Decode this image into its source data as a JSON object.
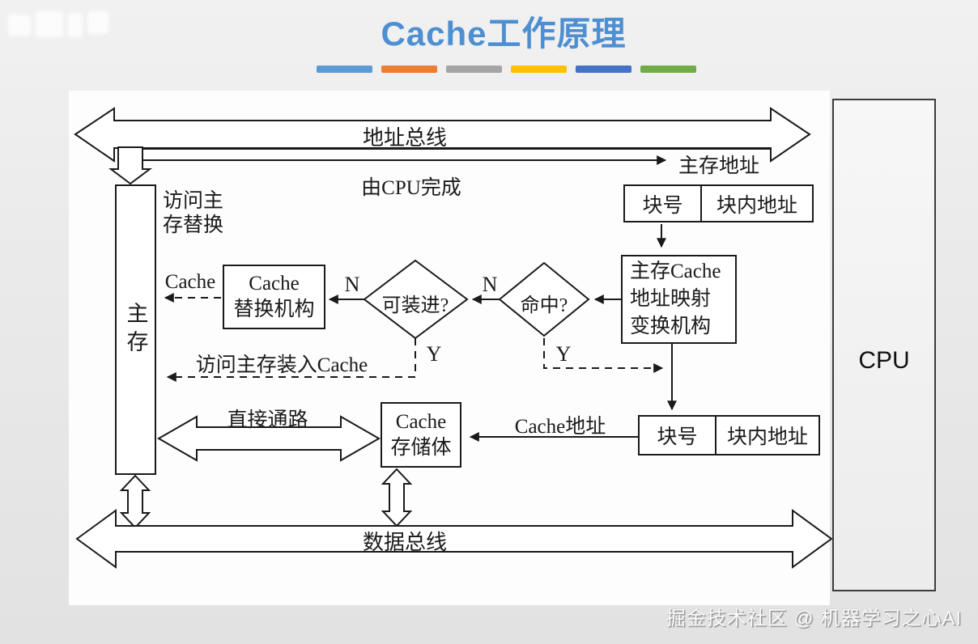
{
  "slide": {
    "title": "Cache工作原理",
    "title_color": "#4E8FD1",
    "accent_bars": [
      "#5B9BD5",
      "#ED7D31",
      "#A5A5A5",
      "#FFC000",
      "#4472C4",
      "#70AD47"
    ]
  },
  "diagram": {
    "address_bus": "地址总线",
    "data_bus": "数据总线",
    "main_memory_address": "主存地址",
    "done_by_cpu": "由CPU完成",
    "access_main_replace": "访问主存替换",
    "cache_dashed_label": "Cache",
    "replace_no": "N",
    "hit_no": "N",
    "can_load_yes": "Y",
    "hit_yes": "Y",
    "load_into_cache": "访问主存装入Cache",
    "direct_path": "直接通路",
    "cache_address": "Cache地址",
    "main_memory": "主存",
    "cache_replace": {
      "line1": "Cache",
      "line2": "替换机构"
    },
    "can_load": "可装进?",
    "hit": "命中?",
    "mapping": {
      "line1": "主存Cache",
      "line2": "地址映射",
      "line3": "变换机构"
    },
    "cache_store": {
      "line1": "Cache",
      "line2": "存储体"
    },
    "cpu": "CPU",
    "addr_box_top": {
      "block": "块号",
      "offset": "块内地址"
    },
    "addr_box_bottom": {
      "block": "块号",
      "offset": "块内地址"
    }
  },
  "watermark": {
    "bottom_right": "掘金技术社区 @ 机器学习之心AI"
  }
}
